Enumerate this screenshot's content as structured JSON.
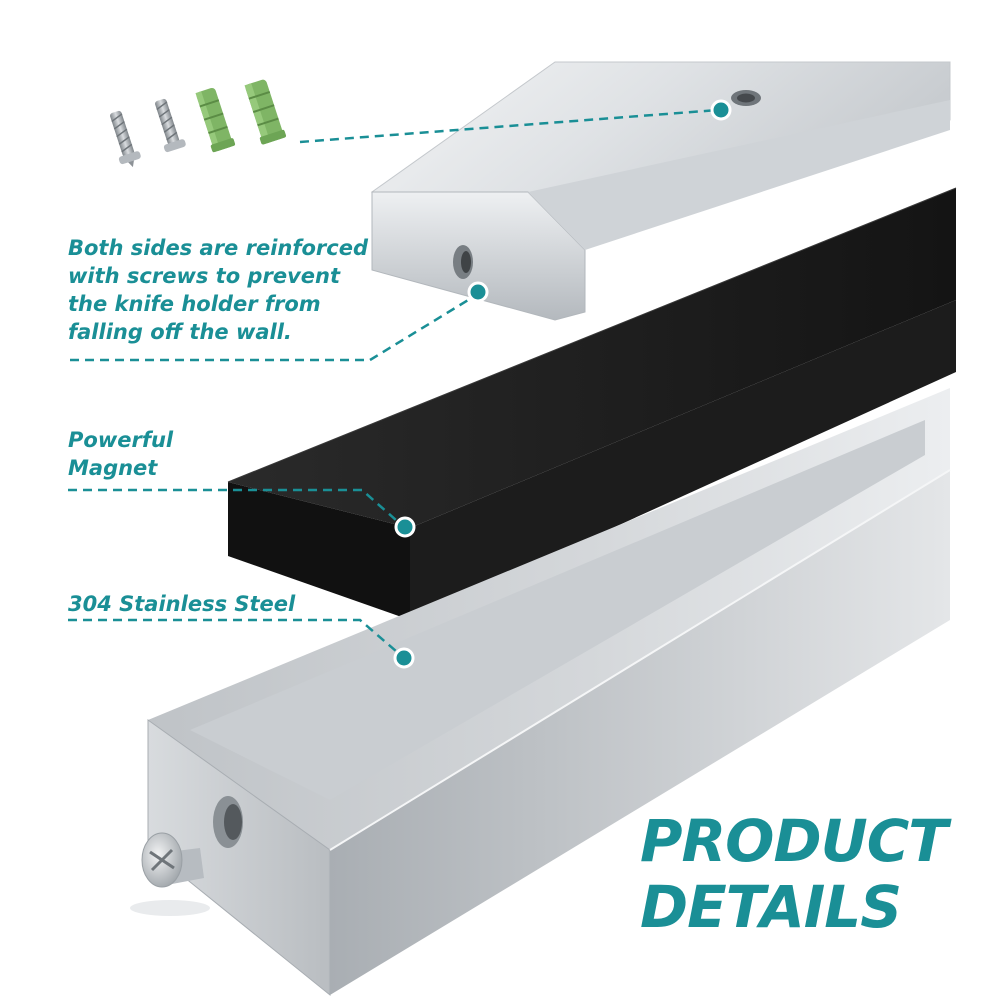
{
  "colors": {
    "accent": "#1a8f96",
    "magnet": "#1c1c1c",
    "steel_light": "#e8eaec",
    "steel_mid": "#b9bdc1",
    "steel_dark": "#8d9297",
    "anchor_green": "#7fb565"
  },
  "labels": {
    "screws_lines": [
      "Both sides are reinforced",
      "with screws to prevent",
      "the knife holder from",
      "falling off the wall."
    ],
    "magnet_lines": [
      "Powerful",
      "Magnet"
    ],
    "steel": "304 Stainless Steel"
  },
  "headline": {
    "line1": "PRODUCT",
    "line2": "DETAILS"
  },
  "icons": {
    "screws": "wood-screw-icon",
    "anchors": "wall-anchor-icon",
    "bolt": "countersunk-bolt-icon"
  }
}
